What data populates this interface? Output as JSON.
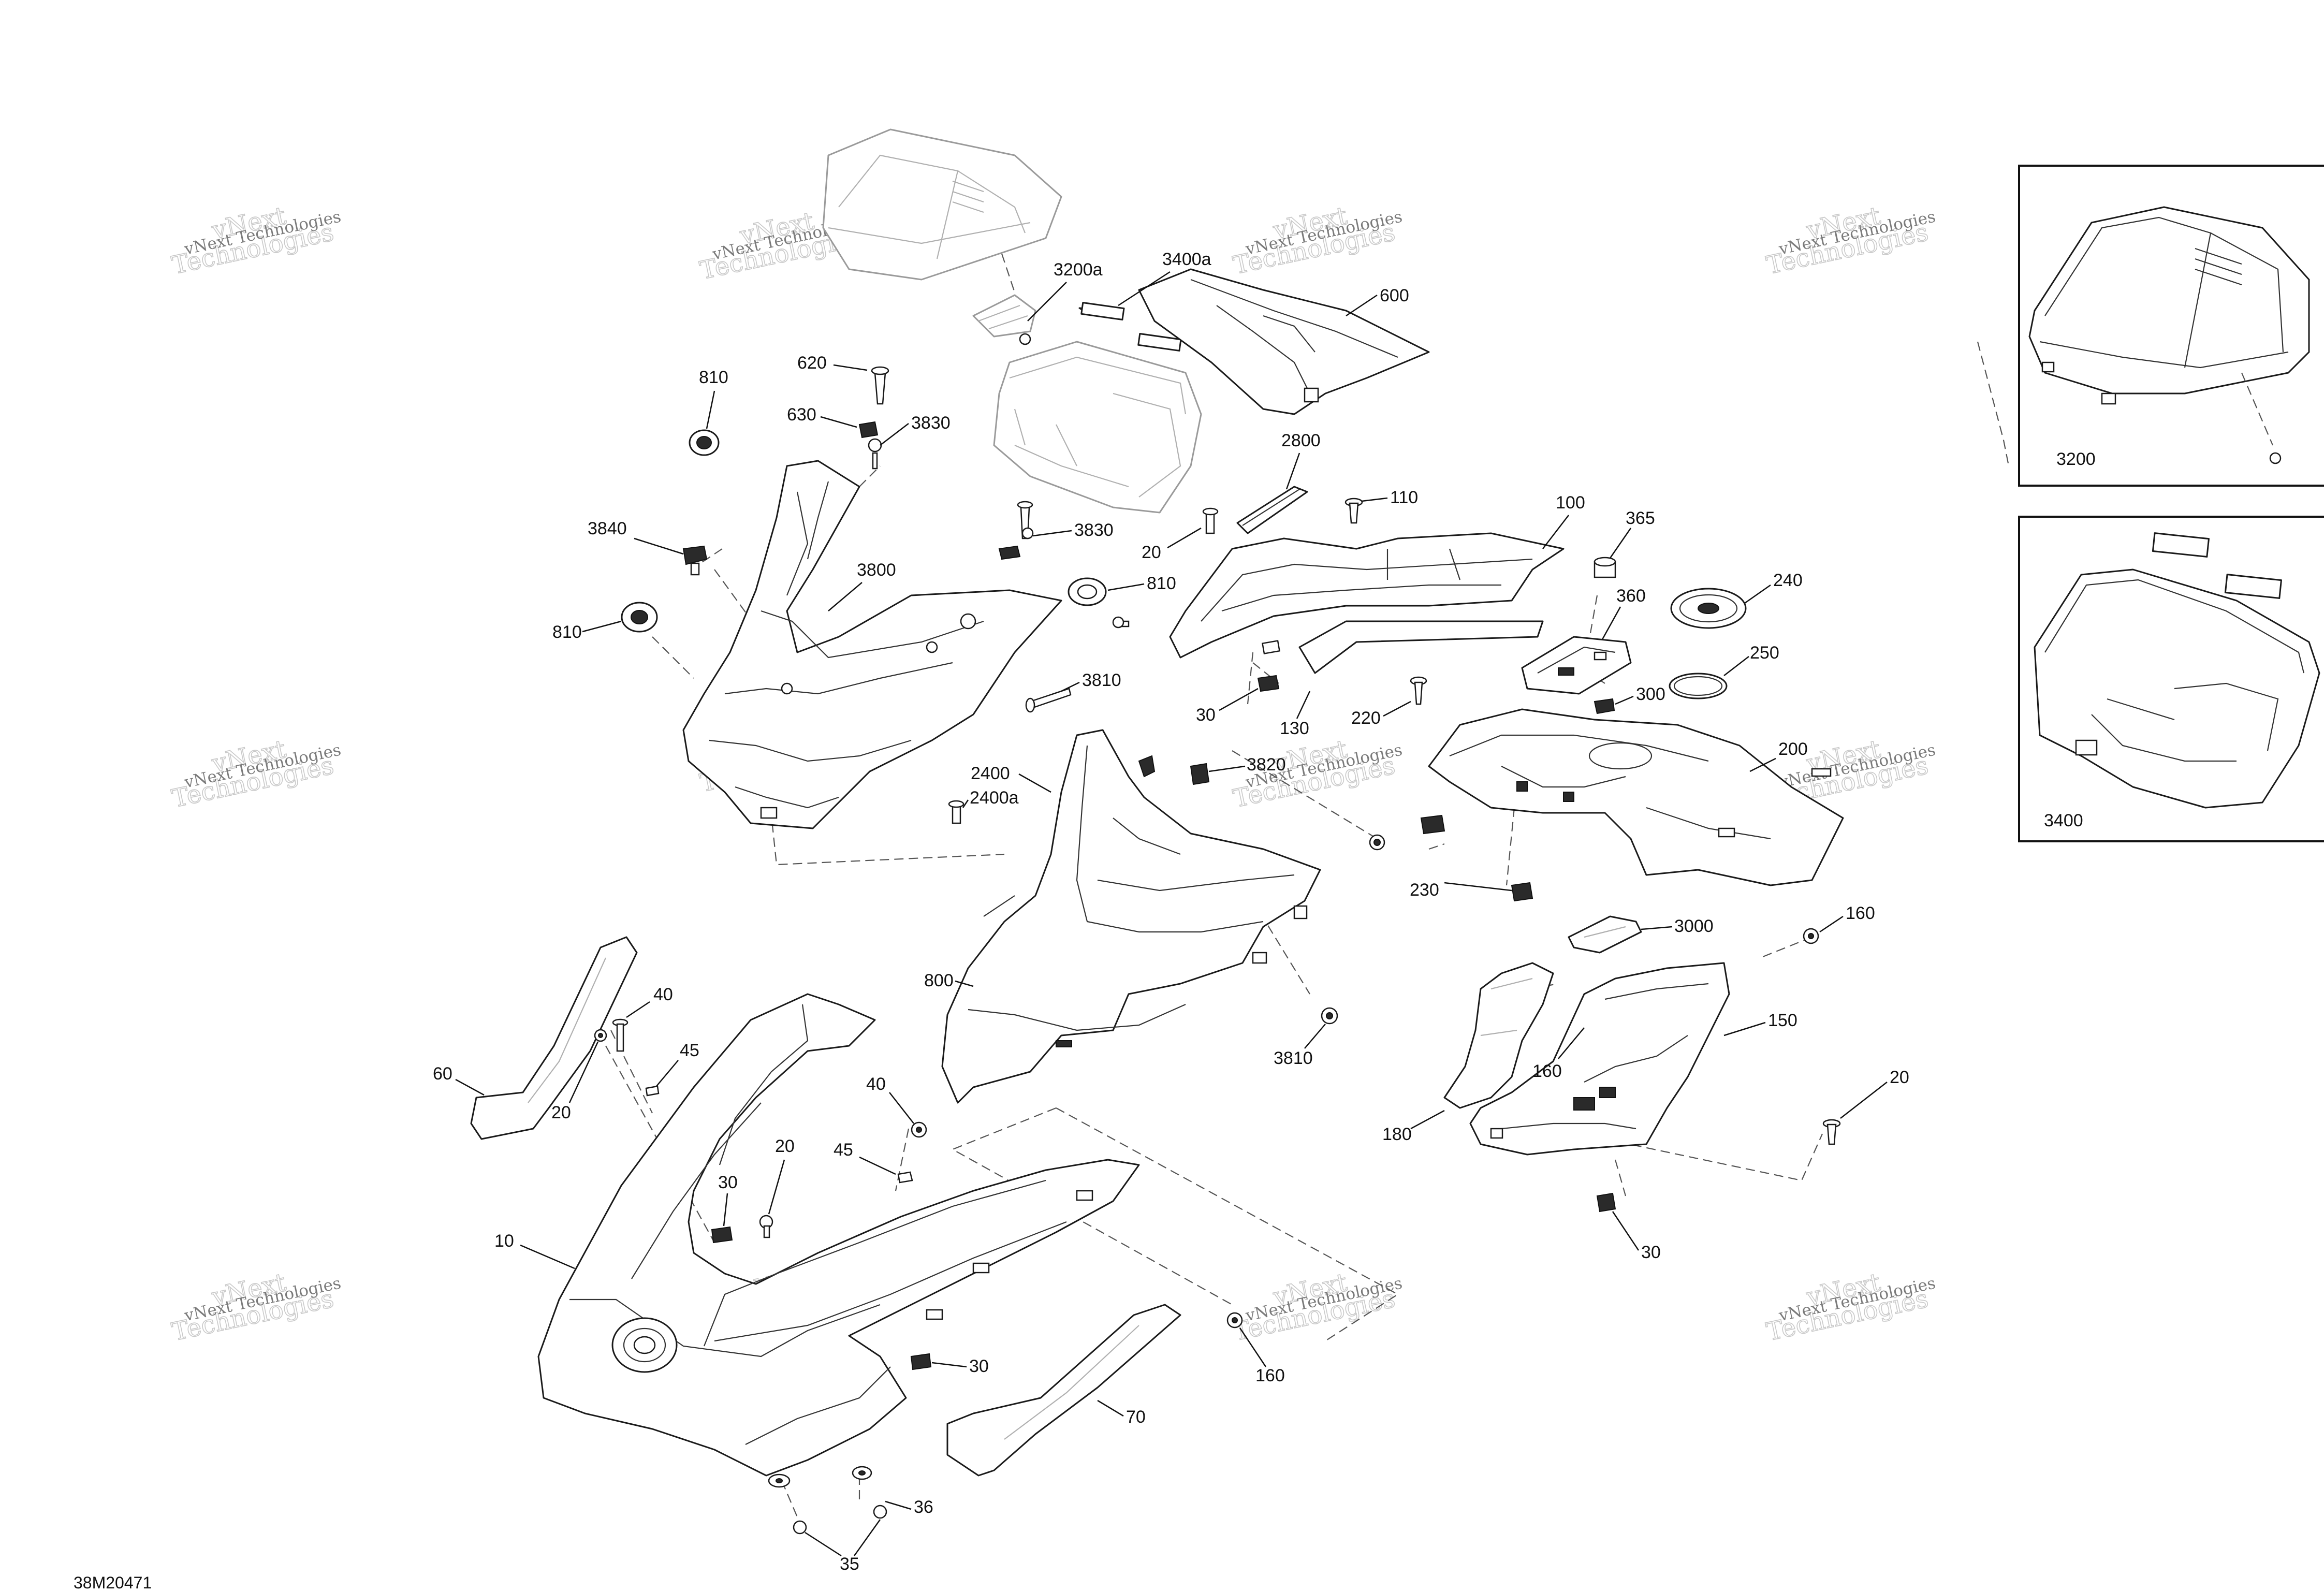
{
  "diagram_id": "38M20471",
  "watermark": {
    "line1": "vNext Technologies",
    "line2": "Technologies",
    "line3": "vNext"
  },
  "inset_labels": {
    "top": "3200",
    "bottom": "3400"
  },
  "callouts": {
    "c3200a": "3200a",
    "c3400a": "3400a",
    "c600": "600",
    "c620": "620",
    "c630": "630",
    "c3830a": "3830",
    "c810a": "810",
    "c2800": "2800",
    "c110": "110",
    "c100": "100",
    "c365": "365",
    "c3830b": "3830",
    "c20a": "20",
    "c3840": "3840",
    "c3800": "3800",
    "c810b": "810",
    "c810c": "810",
    "c360": "360",
    "c240": "240",
    "c250": "250",
    "c3810a": "3810",
    "c30a": "30",
    "c130": "130",
    "c220": "220",
    "c300": "300",
    "c3820": "3820",
    "c200": "200",
    "c2400": "2400",
    "c2400a": "2400a",
    "c230": "230",
    "c3000": "3000",
    "c160a": "160",
    "c800": "800",
    "c3810b": "3810",
    "c150": "150",
    "c160b": "160",
    "c40a": "40",
    "c45a": "45",
    "c60": "60",
    "c20b": "20",
    "c40b": "40",
    "c45b": "45",
    "c20c": "20",
    "c30b": "30",
    "c180": "180",
    "c20d": "20",
    "c10": "10",
    "c30c": "30",
    "c30d": "30",
    "c160c": "160",
    "c70": "70",
    "c36": "36",
    "c35": "35"
  }
}
